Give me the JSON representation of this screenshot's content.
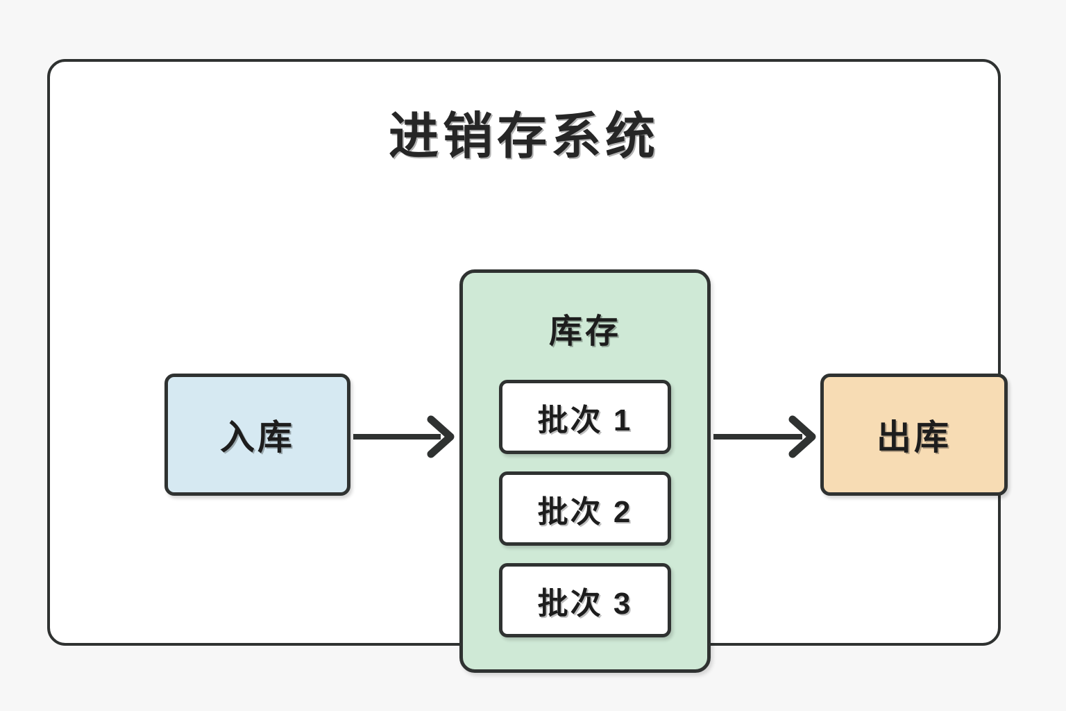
{
  "canvas": {
    "background_color": "#f7f7f7"
  },
  "diagram": {
    "title": "进销存系统",
    "frame": {
      "fill_color": "#ffffff",
      "border_color": "#2f3231"
    },
    "nodes": {
      "inbound": {
        "label": "入库",
        "fill_color": "#d6e9f2",
        "border_color": "#2f3231"
      },
      "inventory": {
        "label": "库存",
        "fill_color": "#cfe9d6",
        "border_color": "#2f3231",
        "batches": [
          {
            "label": "批次 1",
            "fill_color": "#ffffff"
          },
          {
            "label": "批次 2",
            "fill_color": "#ffffff"
          },
          {
            "label": "批次 3",
            "fill_color": "#ffffff"
          }
        ]
      },
      "outbound": {
        "label": "出库",
        "fill_color": "#f7dcb4",
        "border_color": "#2f3231"
      }
    },
    "arrows": [
      {
        "name": "arrow-inbound-to-inventory",
        "icon": "arrow-right-icon",
        "color": "#2f3231"
      },
      {
        "name": "arrow-inventory-to-outbound",
        "icon": "arrow-right-icon",
        "color": "#2f3231"
      }
    ]
  }
}
